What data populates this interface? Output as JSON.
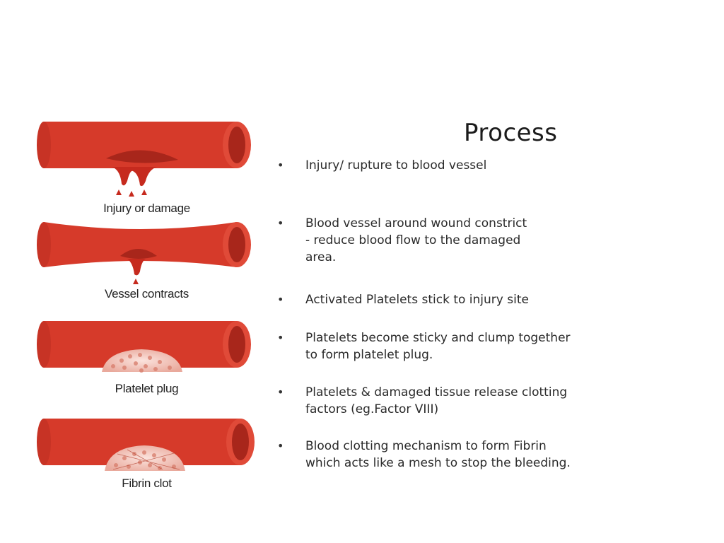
{
  "title": "Process",
  "stages": [
    {
      "label": "Injury or damage"
    },
    {
      "label": "Vessel contracts"
    },
    {
      "label": "Platelet plug"
    },
    {
      "label": "Fibrin clot"
    }
  ],
  "bullets": [
    {
      "text": "Injury/ rupture to blood vessel"
    },
    {
      "text": "Blood vessel around wound constrict\n- reduce blood  flow to the damaged\n  area."
    },
    {
      "text": "Activated Platelets stick to injury site"
    },
    {
      "text": "Platelets become sticky and clump together\nto form platelet plug."
    },
    {
      "text": "Platelets & damaged tissue release clotting\nfactors (eg.Factor VIII)"
    },
    {
      "text": "Blood clotting mechanism to form Fibrin\nwhich acts like a mesh to stop the bleeding."
    }
  ],
  "bullet_symbol": "•",
  "colors": {
    "vessel": "#d63a2a",
    "vessel_dark": "#a8261b",
    "blood": "#c62a1e",
    "platelet": "#f4d0c8"
  }
}
